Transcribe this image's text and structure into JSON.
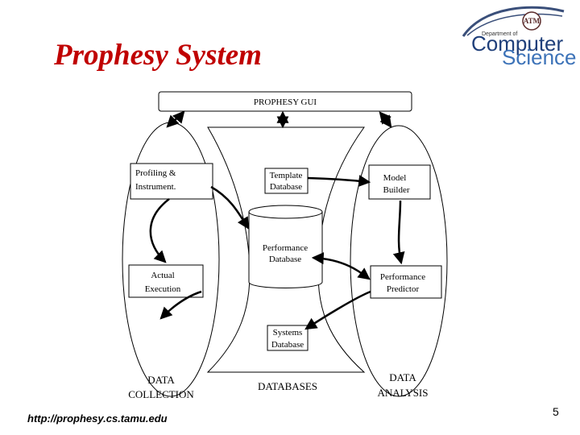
{
  "slide": {
    "title": "Prophesy System",
    "url": "http://prophesy.cs.tamu.edu",
    "page_number": "5",
    "logo": {
      "dept_text": "Department of",
      "computer": "Computer",
      "science": "Science",
      "emblem": "ATM",
      "colors": {
        "computer": "#1f3f7a",
        "science": "#3d73b8",
        "swoosh": "#3a4f7a"
      }
    }
  },
  "diagram": {
    "gui_label": "PROPHESY GUI",
    "nodes": {
      "profiling": [
        "Profiling &",
        "Instrument."
      ],
      "template_db": [
        "Template",
        "Database"
      ],
      "model_builder": [
        "Model",
        "Builder"
      ],
      "performance_db": [
        "Performance",
        "Database"
      ],
      "actual_execution": [
        "Actual",
        "Execution"
      ],
      "performance_predictor": [
        "Performance",
        "Predictor"
      ],
      "systems_db": [
        "Systems",
        "Database"
      ]
    },
    "groups": {
      "data_collection": [
        "DATA",
        "COLLECTION"
      ],
      "databases": [
        "DATABASES"
      ],
      "data_analysis": [
        "DATA",
        "ANALYSIS"
      ]
    }
  }
}
